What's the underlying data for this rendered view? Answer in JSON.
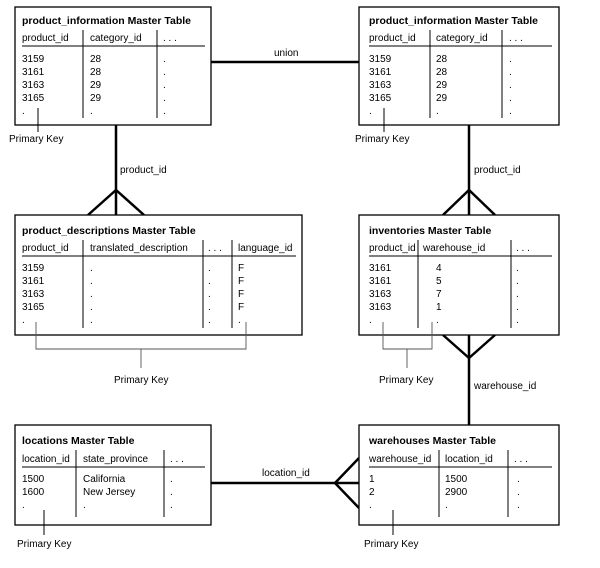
{
  "tables": {
    "pi_left": {
      "title": "product_information Master Table",
      "columns": [
        "product_id",
        "category_id",
        ". . ."
      ],
      "rows": [
        [
          "3159",
          "28",
          "."
        ],
        [
          "3161",
          "28",
          "."
        ],
        [
          "3163",
          "29",
          "."
        ],
        [
          "3165",
          "29",
          "."
        ],
        [
          ".",
          ".",
          "."
        ]
      ]
    },
    "pi_right": {
      "title": "product_information Master Table",
      "columns": [
        "product_id",
        "category_id",
        ". . ."
      ],
      "rows": [
        [
          "3159",
          "28",
          "."
        ],
        [
          "3161",
          "28",
          "."
        ],
        [
          "3163",
          "29",
          "."
        ],
        [
          "3165",
          "29",
          "."
        ],
        [
          ".",
          ".",
          "."
        ]
      ]
    },
    "pd": {
      "title": "product_descriptions Master Table",
      "columns": [
        "product_id",
        "translated_description",
        ". . .",
        "language_id"
      ],
      "rows": [
        [
          "3159",
          ".",
          ".",
          "F"
        ],
        [
          "3161",
          ".",
          ".",
          "F"
        ],
        [
          "3163",
          ".",
          ".",
          "F"
        ],
        [
          "3165",
          ".",
          ".",
          "F"
        ],
        [
          ".",
          ".",
          ".",
          "."
        ]
      ]
    },
    "inv": {
      "title": "inventories Master Table",
      "columns": [
        "product_id",
        "warehouse_id",
        ". . ."
      ],
      "rows": [
        [
          "3161",
          "4",
          "."
        ],
        [
          "3161",
          "5",
          "."
        ],
        [
          "3163",
          "7",
          "."
        ],
        [
          "3163",
          "1",
          "."
        ],
        [
          ".",
          ".",
          "."
        ]
      ]
    },
    "loc": {
      "title": "locations Master Table",
      "columns": [
        "location_id",
        "state_province",
        ". . ."
      ],
      "rows": [
        [
          "1500",
          "California",
          "."
        ],
        [
          "1600",
          "New Jersey",
          "."
        ],
        [
          ".",
          ".",
          "."
        ]
      ]
    },
    "wh": {
      "title": "warehouses Master Table",
      "columns": [
        "warehouse_id",
        "location_id",
        ". . ."
      ],
      "rows": [
        [
          "1",
          "1500",
          "."
        ],
        [
          "2",
          "2900",
          "."
        ],
        [
          ".",
          ".",
          "."
        ]
      ]
    }
  },
  "relations": {
    "union": "union",
    "pd_product_id": "product_id",
    "inv_product_id": "product_id",
    "warehouse_id": "warehouse_id",
    "location_id": "location_id"
  },
  "primary_key_label": "Primary Key"
}
